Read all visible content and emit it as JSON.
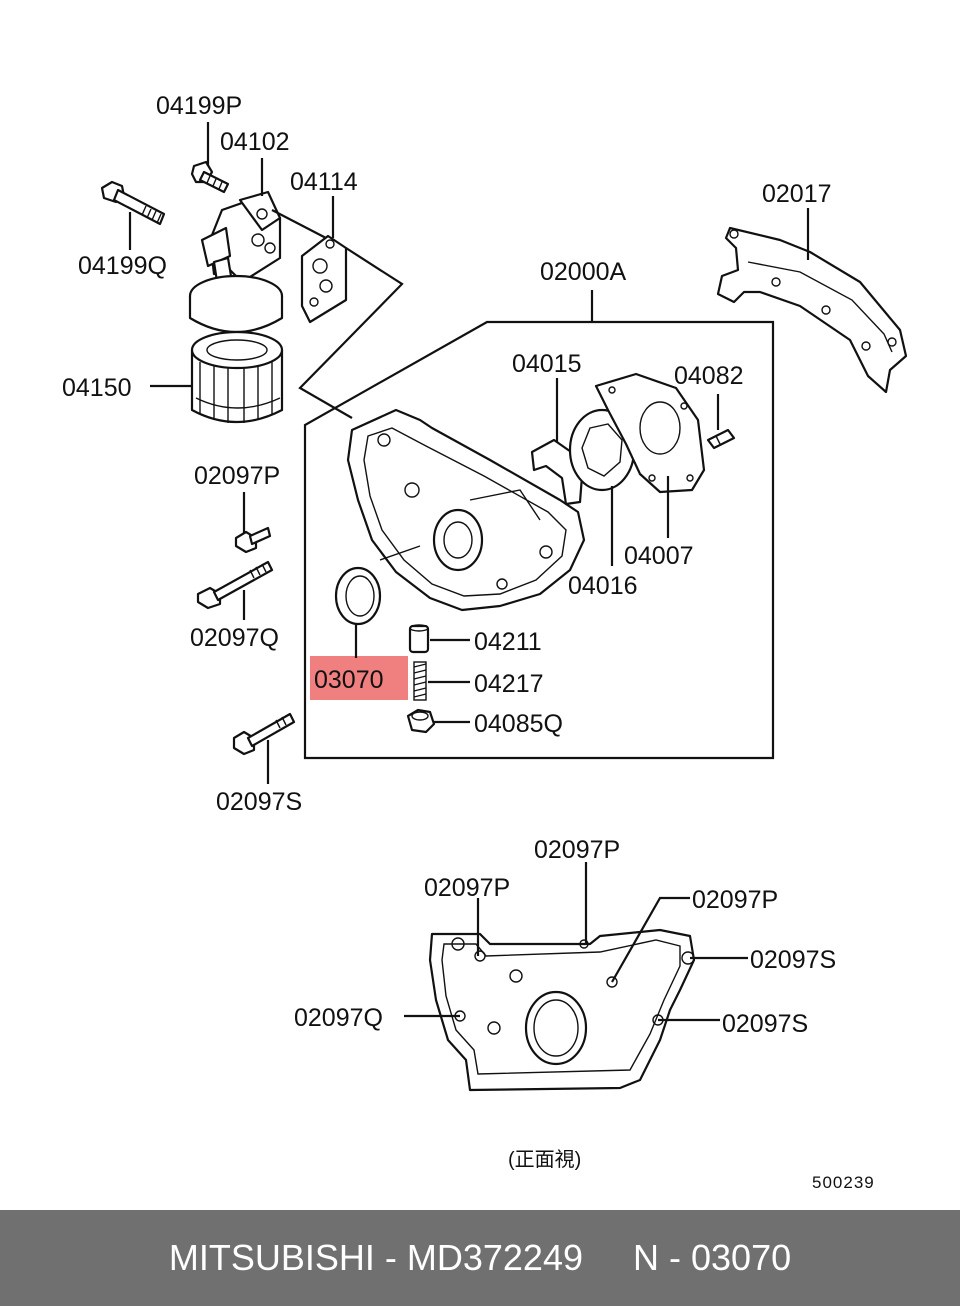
{
  "labels": {
    "l04199P": "04199P",
    "l04102": "04102",
    "l04114": "04114",
    "l04199Q": "04199Q",
    "l04150": "04150",
    "l02017": "02017",
    "l02000A": "02000A",
    "l04015": "04015",
    "l04082": "04082",
    "l04007": "04007",
    "l04016": "04016",
    "l02097P_a": "02097P",
    "l02097Q_a": "02097Q",
    "l04211": "04211",
    "l03070": "03070",
    "l04217": "04217",
    "l04085Q": "04085Q",
    "l02097S_a": "02097S",
    "l02097P_b": "02097P",
    "l02097P_c": "02097P",
    "l02097P_d": "02097P",
    "l02097S_b": "02097S",
    "l02097Q_b": "02097Q",
    "l02097S_c": "02097S"
  },
  "view_caption": "(正面視)",
  "diagram_number": "500239",
  "highlight_color": "#f08080",
  "footer": {
    "brand_part": "MITSUBISHI - MD372249",
    "ref": "N - 03070"
  }
}
